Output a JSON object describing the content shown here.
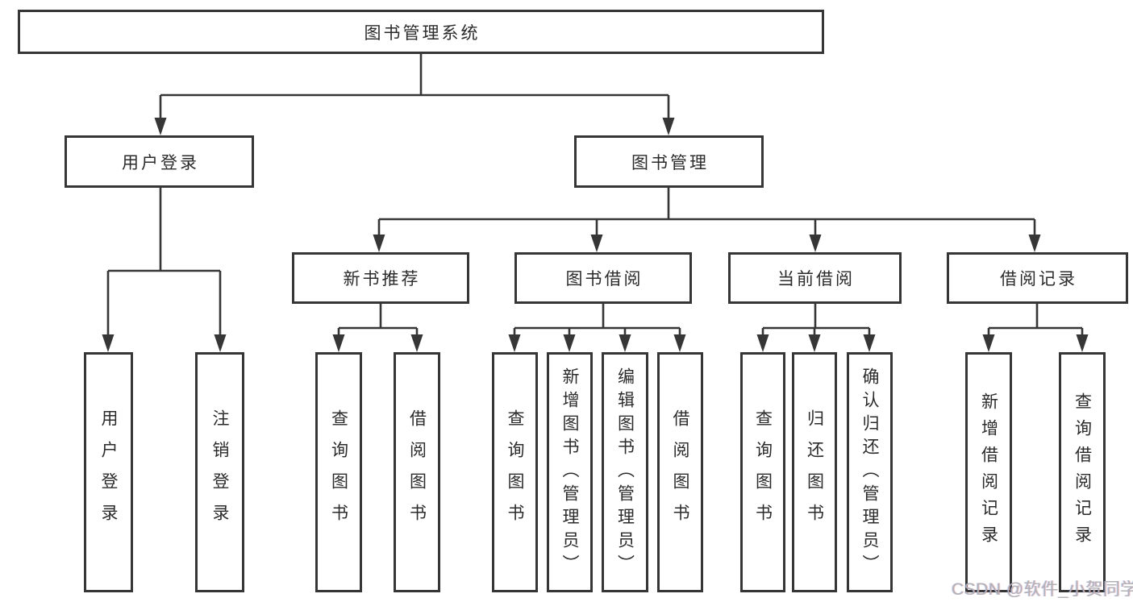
{
  "colors": {
    "line": "#363636",
    "box_border": "#363636",
    "text": "#2b2b2b",
    "watermark": "#b1b1b7",
    "background": "#ffffff"
  },
  "watermark": "CSDN @软件_小贺同学",
  "tree": {
    "root": {
      "label": "图书管理系统",
      "children": [
        {
          "label": "用户登录",
          "children": [
            {
              "label": "用户登录"
            },
            {
              "label": "注销登录"
            }
          ]
        },
        {
          "label": "图书管理",
          "children": [
            {
              "label": "新书推荐",
              "children": [
                {
                  "label": "查询图书"
                },
                {
                  "label": "借阅图书"
                }
              ]
            },
            {
              "label": "图书借阅",
              "children": [
                {
                  "label": "查询图书"
                },
                {
                  "label": "新增图书（管理员）"
                },
                {
                  "label": "编辑图书（管理员）"
                },
                {
                  "label": "借阅图书"
                }
              ]
            },
            {
              "label": "当前借阅",
              "children": [
                {
                  "label": "查询图书"
                },
                {
                  "label": "归还图书"
                },
                {
                  "label": "确认归还（管理员）"
                }
              ]
            },
            {
              "label": "借阅记录",
              "children": [
                {
                  "label": "新增借阅记录"
                },
                {
                  "label": "查询借阅记录"
                }
              ]
            }
          ]
        }
      ]
    }
  }
}
